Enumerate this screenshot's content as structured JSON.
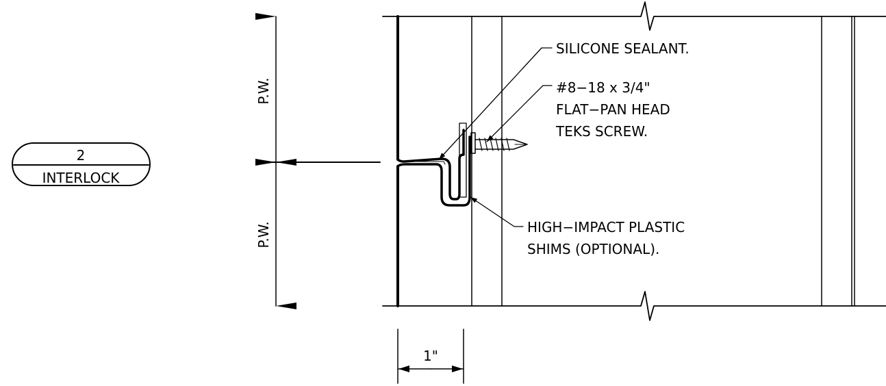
{
  "detail_tag": {
    "number": "2",
    "title": "INTERLOCK"
  },
  "dimensions": {
    "upper_width": "P.W.",
    "lower_width": "P.W.",
    "offset": "1\""
  },
  "callouts": {
    "sealant": "SILICONE SEALANT.",
    "screw_line1": "#8−18 x 3/4\"",
    "screw_line2": "FLAT−PAN HEAD",
    "screw_line3": "TEKS SCREW.",
    "shims_line1": "HIGH−IMPACT PLASTIC",
    "shims_line2": "SHIMS (OPTIONAL)."
  }
}
